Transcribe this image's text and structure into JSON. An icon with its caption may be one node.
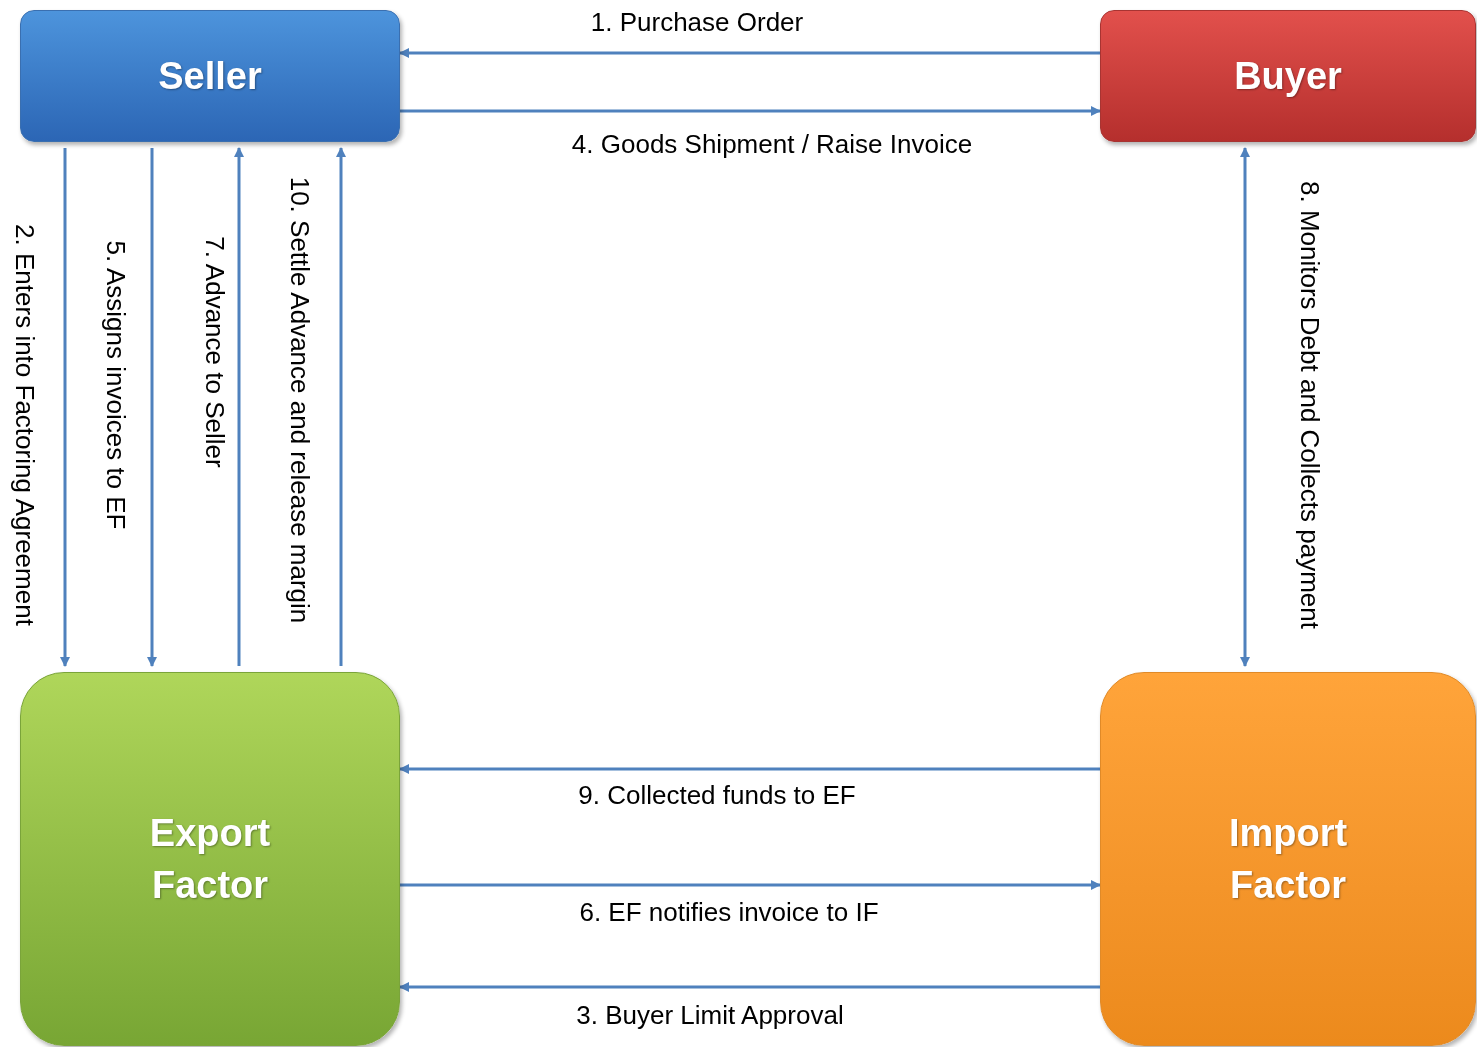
{
  "diagram": {
    "nodes": [
      {
        "text": [
          "Seller"
        ]
      },
      {
        "text": [
          "Buyer"
        ]
      },
      {
        "text": [
          "Export Factor"
        ]
      },
      {
        "text": [
          "Import Factor"
        ]
      }
    ],
    "edges": [
      {
        "from": 1,
        "to": 0,
        "arrow": "to",
        "label": "1. Purchase Order"
      },
      {
        "from": 0,
        "to": 2,
        "arrow": "to",
        "label": "2. Enters into Factoring Agreement"
      },
      {
        "from": 3,
        "to": 2,
        "arrow": "to",
        "label": "3. Buyer Limit Approval"
      },
      {
        "from": 0,
        "to": 1,
        "arrow": "to",
        "label": "4. Goods Shipment / Raise Invoice"
      },
      {
        "from": 0,
        "to": 2,
        "arrow": "to",
        "label": "5. Assigns invoices to EF"
      },
      {
        "from": 2,
        "to": 3,
        "arrow": "to",
        "label": "6. EF notifies invoice to IF"
      },
      {
        "from": 2,
        "to": 0,
        "arrow": "to",
        "label": "7. Advance to Seller"
      },
      {
        "from": 1,
        "to": 3,
        "arrow": "both",
        "label": "8. Monitors Debt and Collects payment"
      },
      {
        "from": 3,
        "to": 2,
        "arrow": "to",
        "label": "9. Collected funds to EF"
      },
      {
        "from": 2,
        "to": 0,
        "arrow": "to",
        "label": "10. Settle Advance and release margin"
      }
    ]
  }
}
